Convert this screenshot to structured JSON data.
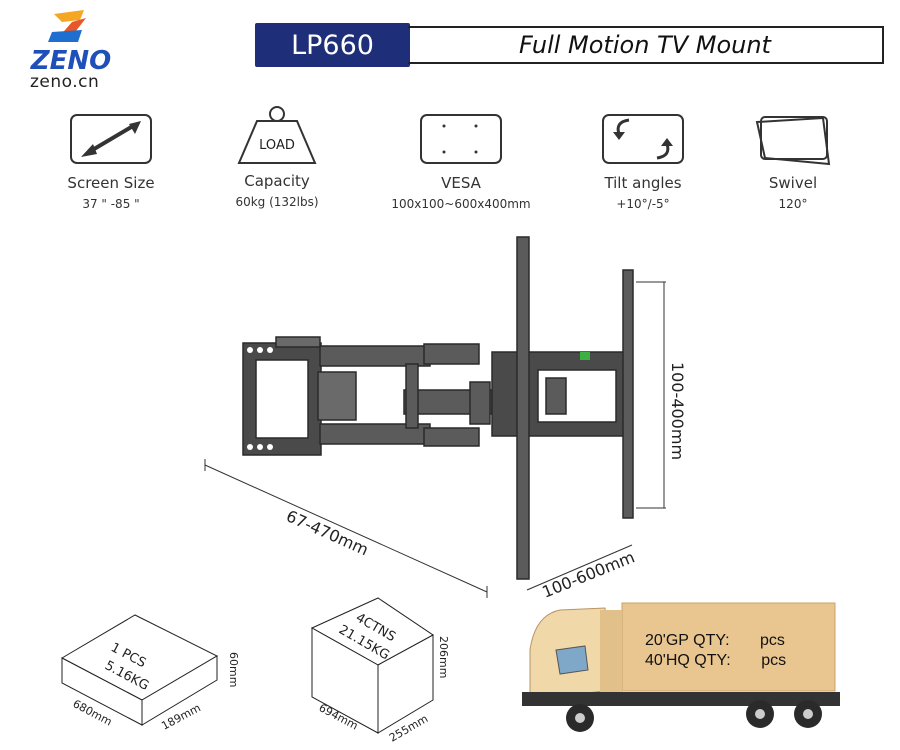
{
  "brand": {
    "logo_text": "ZENO",
    "website": "zeno.cn"
  },
  "header": {
    "model": "LP660",
    "title": "Full Motion TV Mount"
  },
  "specs": [
    {
      "icon": "diagonal-arrow-icon",
      "label": "Screen Size",
      "value": "37 \" -85 \""
    },
    {
      "icon": "load-weight-icon",
      "label": "Capacity",
      "value": "60kg (132lbs)",
      "icon_text": "LOAD"
    },
    {
      "icon": "vesa-pattern-icon",
      "label": "VESA",
      "value": "100x100~600x400mm"
    },
    {
      "icon": "tilt-arrows-icon",
      "label": "Tilt angles",
      "value": "+10°/-5°"
    },
    {
      "icon": "swivel-icon",
      "label": "Swivel",
      "value": "120°"
    }
  ],
  "dimensions": {
    "extension": "67-470mm",
    "height_range": "100-400mm",
    "width_range": "100-600mm"
  },
  "packaging": {
    "single": {
      "qty": "1 PCS",
      "weight": "5.16KG",
      "length": "680mm",
      "width": "189mm",
      "height": "60mm"
    },
    "carton": {
      "qty": "4CTNS",
      "weight": "21.15KG",
      "length": "694mm",
      "width": "255mm",
      "height": "206mm"
    }
  },
  "shipping": {
    "gp20_label": "20'GP QTY:",
    "gp20_unit": "pcs",
    "hq40_label": "40'HQ QTY:",
    "hq40_unit": "pcs"
  },
  "colors": {
    "brand_blue": "#1f2e79",
    "truck_cargo": "#e9c68f"
  }
}
